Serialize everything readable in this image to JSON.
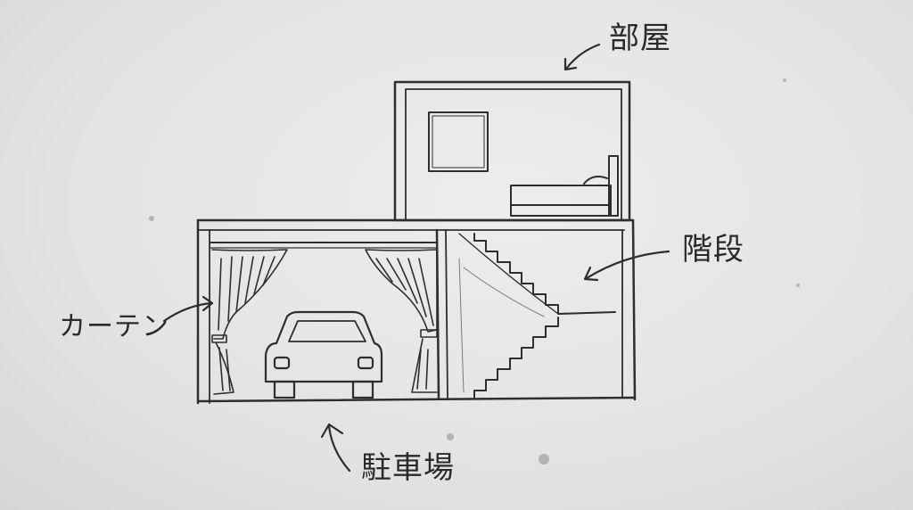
{
  "diagram": {
    "type": "hand-drawn cross-section sketch",
    "labels": {
      "room": "部屋",
      "stairs": "階段",
      "curtain": "カーテン",
      "parking": "駐車場"
    },
    "colors": {
      "paper": "#e4e4e4",
      "pencil": "#2a2a2a"
    }
  }
}
